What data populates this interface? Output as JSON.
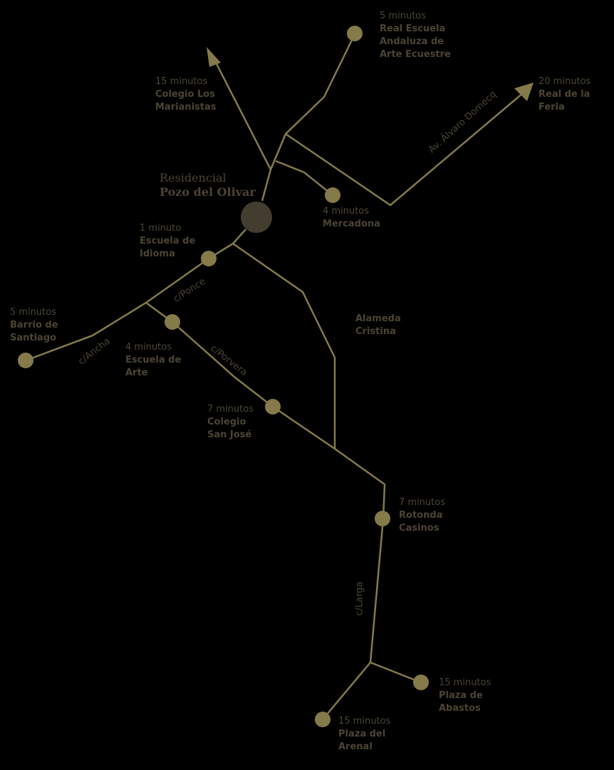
{
  "colors": {
    "background": "#000000",
    "route": "#847a4a",
    "home": "#433d2f",
    "text": "#4a4433"
  },
  "home": {
    "line1": "Residencial",
    "line2": "Pozo del Olivar",
    "icon": "home-circle"
  },
  "destinations": [
    {
      "id": "real-escuela",
      "time": "5 minutos",
      "name_lines": [
        "Real Escuela",
        "Andaluza de",
        "Arte Ecuestre"
      ]
    },
    {
      "id": "colegio-marianistas",
      "time": "15 minutos",
      "name_lines": [
        "Colegio Los",
        "Marianistas"
      ]
    },
    {
      "id": "real-feria",
      "time": "20 minutos",
      "name_lines": [
        "Real de la",
        "Feria"
      ]
    },
    {
      "id": "mercadona",
      "time": "4 minutos",
      "name_lines": [
        "Mercadona"
      ]
    },
    {
      "id": "escuela-idioma",
      "time": "1 minuto",
      "name_lines": [
        "Escuela de",
        "Idioma"
      ]
    },
    {
      "id": "barrio-santiago",
      "time": "5 minutos",
      "name_lines": [
        "Barrio de",
        "Santiago"
      ]
    },
    {
      "id": "escuela-arte",
      "time": "4 minutos",
      "name_lines": [
        "Escuela de",
        "Arte"
      ]
    },
    {
      "id": "alameda-cristina",
      "time": "",
      "name_lines": [
        "Alameda",
        "Cristina"
      ]
    },
    {
      "id": "colegio-san-jose",
      "time": "7 minutos",
      "name_lines": [
        "Colegio",
        "San José"
      ]
    },
    {
      "id": "rotonda-casinos",
      "time": "7 minutos",
      "name_lines": [
        "Rotonda",
        "Casinos"
      ]
    },
    {
      "id": "plaza-abastos",
      "time": "15 minutos",
      "name_lines": [
        "Plaza de",
        "Abastos"
      ]
    },
    {
      "id": "plaza-arenal",
      "time": "15 minutos",
      "name_lines": [
        "Plaza del",
        "Arenal"
      ]
    }
  ],
  "streets": {
    "alvaro_domecq": "Av. Álvaro Domecq",
    "ponce": "c/Ponce",
    "ancha": "c/Ancha",
    "porvera": "c/Porvera",
    "larga": "c/Larga"
  }
}
